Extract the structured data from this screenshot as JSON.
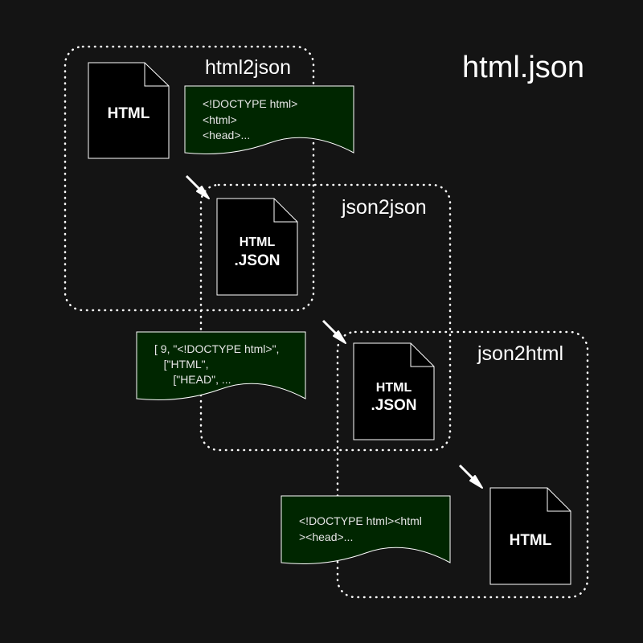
{
  "title": "html.json",
  "stages": [
    {
      "name": "html2json"
    },
    {
      "name": "json2json"
    },
    {
      "name": "json2html"
    }
  ],
  "files": [
    {
      "label": "HTML",
      "sublabel": ""
    },
    {
      "label": "HTML",
      "sublabel": ".JSON"
    },
    {
      "label": "HTML",
      "sublabel": ".JSON"
    },
    {
      "label": "HTML",
      "sublabel": ""
    }
  ],
  "snippets": [
    {
      "lines": [
        "<!DOCTYPE html>",
        "<html>",
        "<head>..."
      ]
    },
    {
      "lines": [
        "[ 9, \"<!DOCTYPE html>\",",
        "   [\"HTML\",",
        "      [\"HEAD\", ..."
      ]
    },
    {
      "lines": [
        "<!DOCTYPE html><html",
        "><head>..."
      ]
    }
  ],
  "colors": {
    "background": "#141414",
    "file_fill": "#000000",
    "file_stroke": "#ffffff",
    "snippet_fill": "#002600",
    "group_border": "#ffffff",
    "arrow": "#ffffff"
  }
}
